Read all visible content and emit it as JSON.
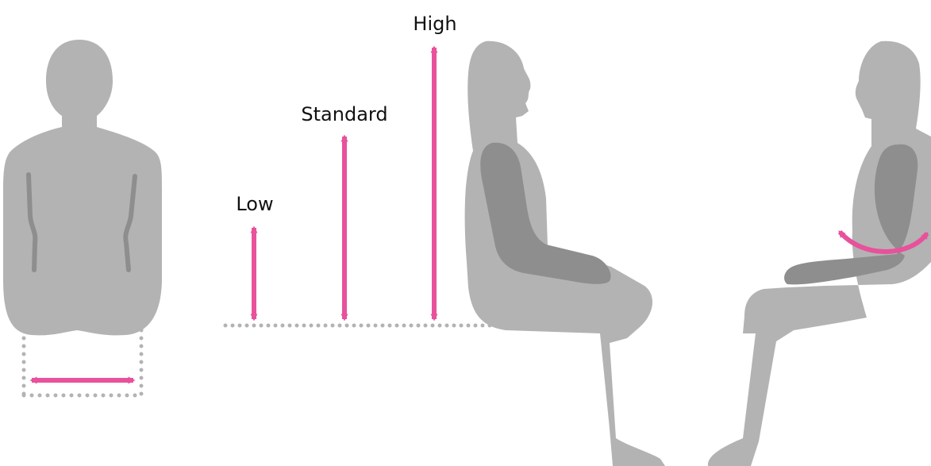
{
  "labels": {
    "low": "Low",
    "standard": "Standard",
    "high": "High"
  },
  "colors": {
    "figure_light": "#b3b3b3",
    "figure_dark": "#8e8e8e",
    "arrow": "#e8519b",
    "dots": "#b3b3b3",
    "text": "#111111"
  }
}
